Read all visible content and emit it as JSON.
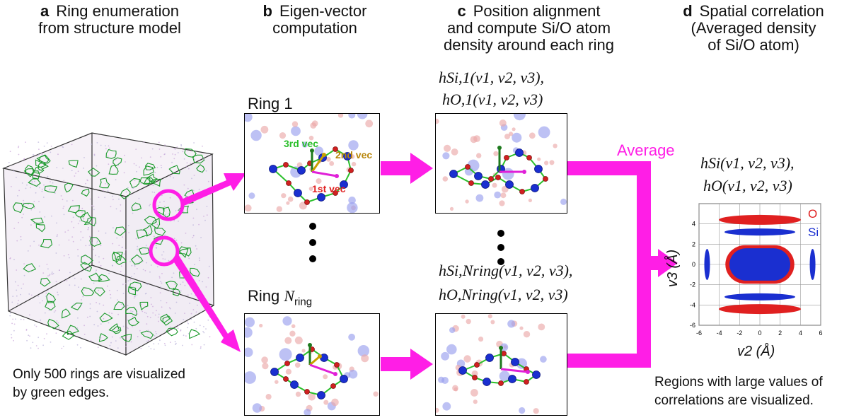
{
  "steps": [
    {
      "letter": "a",
      "title_lines": [
        "Ring enumeration",
        "from structure model"
      ]
    },
    {
      "letter": "b",
      "title_lines": [
        "Eigen-vector",
        "computation"
      ]
    },
    {
      "letter": "c",
      "title_lines": [
        "Position alignment",
        "and compute Si/O atom",
        "density around each ring"
      ]
    },
    {
      "letter": "d",
      "title_lines": [
        "Spatial correlation",
        "(Averaged density",
        "of Si/O atom)"
      ]
    }
  ],
  "captions": {
    "left": [
      "Only 500 rings are visualized",
      "by green edges."
    ],
    "right": [
      "Regions with large values of",
      "correlations are visualized."
    ]
  },
  "ring_labels": {
    "ring1": "Ring 1",
    "ringN_prefix": "Ring ",
    "ringN_sym": "N",
    "ringN_sub": "ring"
  },
  "vectors": {
    "first": "1st vec",
    "second": "2nd vec",
    "third": "3rd vec"
  },
  "formulas": {
    "h_si_1": "hSi,1(v1, v2, v3),",
    "h_o_1": "hO,1(v1, v2, v3)",
    "h_si_n": "hSi,Nring(v1, v2, v3),",
    "h_o_n": "hO,Nring(v1, v2, v3)",
    "h_si": "hSi(v1, v2, v3),",
    "h_o": "hO(v1, v2, v3)"
  },
  "average_label": "Average",
  "plot": {
    "x_ticks": [
      "-6",
      "-4",
      "-2",
      "0",
      "2",
      "4",
      "6"
    ],
    "y_ticks": [
      "4",
      "2",
      "0",
      "-2",
      "-4",
      "-6"
    ],
    "x_label": "v2 (Å)",
    "y_label": "v3 (Å)",
    "legend": [
      {
        "name": "O",
        "color": "#e02020"
      },
      {
        "name": "Si",
        "color": "#1a2fd0"
      }
    ]
  },
  "colors": {
    "arrow": "#ff1ee6",
    "ring": "#2bbf2b",
    "si": "#1a2fd0",
    "o": "#e02020"
  }
}
